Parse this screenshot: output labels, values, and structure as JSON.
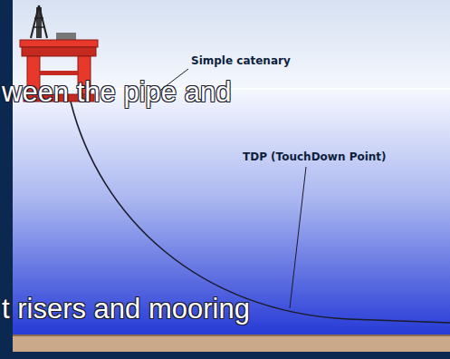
{
  "diagram": {
    "labels": [
      "Simple catenary",
      "TDP (TouchDown Point)",
      "ween the pipe and",
      "t risers and mooring"
    ]
  }
}
